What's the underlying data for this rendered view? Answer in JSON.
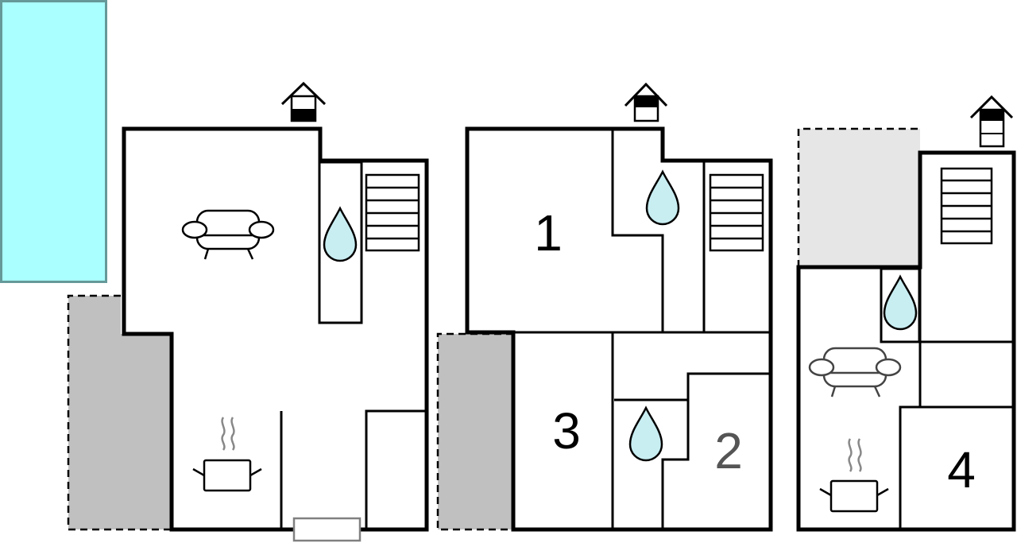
{
  "rooms": [
    {
      "label": "1"
    },
    {
      "label": "2"
    },
    {
      "label": "3"
    },
    {
      "label": "4"
    }
  ],
  "colors": {
    "pool": "#aaffff",
    "pool_border": "#669999",
    "terrace": "#c0c0c0",
    "balcony": "#e6e6e6",
    "water": "#c8eef2"
  },
  "icons": [
    "pool",
    "terrace",
    "balcony",
    "staircase-icon",
    "water-drop-icon",
    "sofa-icon",
    "cooking-pot-icon",
    "entrance-arrow-icon",
    "door"
  ]
}
